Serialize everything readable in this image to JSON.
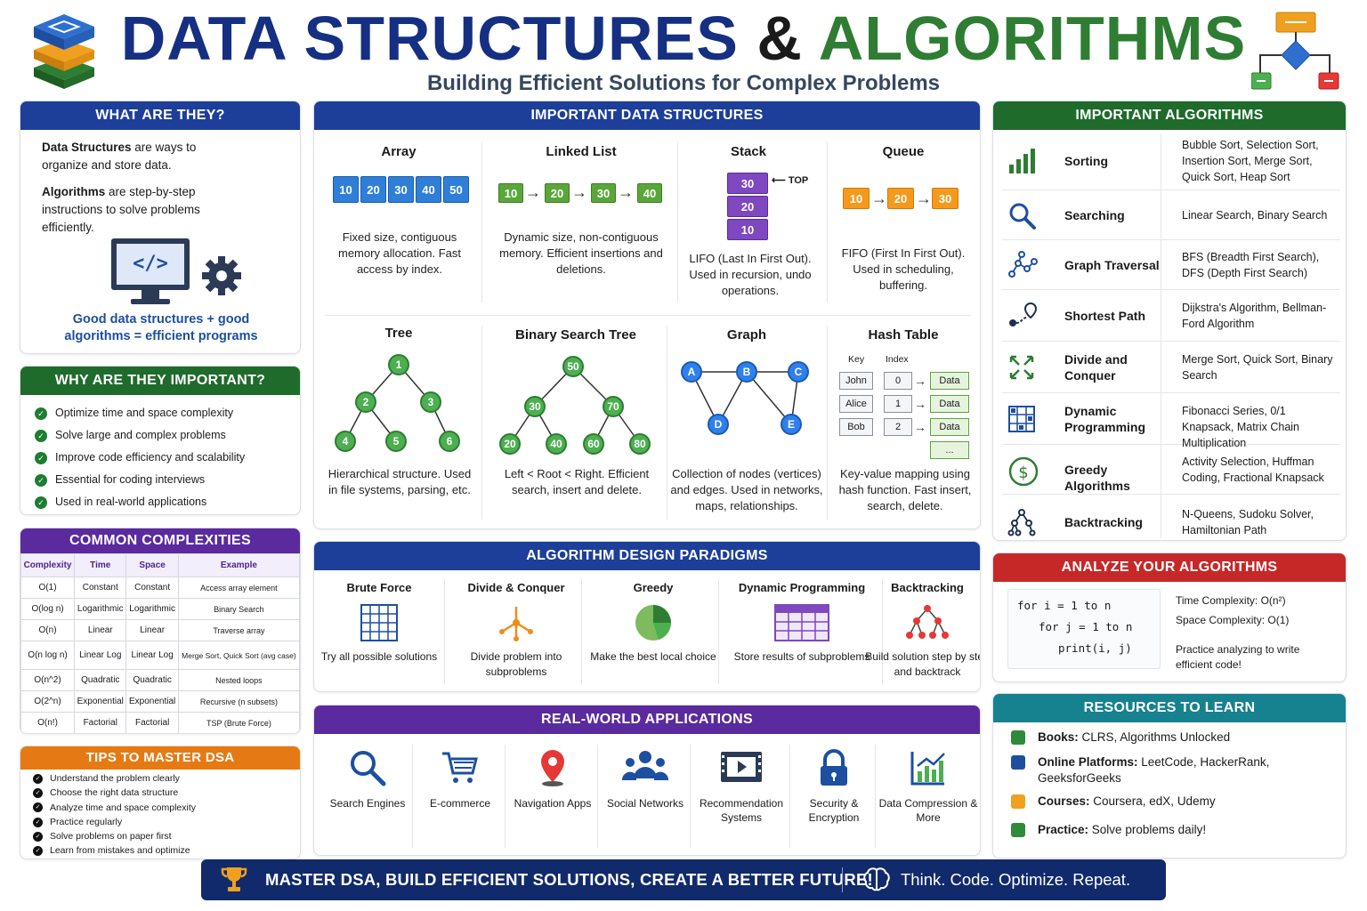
{
  "header": {
    "title_part1": "DATA STRUCTURES",
    "title_amp": "&",
    "title_part2": "ALGORITHMS",
    "subtitle": "Building Efficient Solutions for Complex Problems"
  },
  "what": {
    "title": "WHAT ARE THEY?",
    "ds_bold": "Data Structures",
    "ds_text": " are ways to organize and store data.",
    "alg_bold": "Algorithms",
    "alg_text": " are step-by-step instructions to solve problems efficiently.",
    "code_glyph": "</>",
    "footer": "Good data structures + good algorithms = efficient programs"
  },
  "why": {
    "title": "WHY ARE THEY IMPORTANT?",
    "items": [
      "Optimize time and space complexity",
      "Solve large and complex problems",
      "Improve code efficiency and scalability",
      "Essential for coding interviews",
      "Used in real-world applications"
    ]
  },
  "complexities": {
    "title": "COMMON COMPLEXITIES",
    "headers": [
      "Complexity",
      "Time",
      "Space",
      "Example"
    ],
    "rows": [
      [
        "O(1)",
        "Constant",
        "Constant",
        "Access array element"
      ],
      [
        "O(log n)",
        "Logarithmic",
        "Logarithmic",
        "Binary Search"
      ],
      [
        "O(n)",
        "Linear",
        "Linear",
        "Traverse array"
      ],
      [
        "O(n log n)",
        "Linear Log",
        "Linear Log",
        "Merge Sort, Quick Sort (avg case)"
      ],
      [
        "O(n^2)",
        "Quadratic",
        "Quadratic",
        "Nested loops"
      ],
      [
        "O(2^n)",
        "Exponential",
        "Exponential",
        "Recursive (n subsets)"
      ],
      [
        "O(n!)",
        "Factorial",
        "Factorial",
        "TSP (Brute Force)"
      ]
    ]
  },
  "tips": {
    "title": "TIPS TO MASTER DSA",
    "items": [
      "Understand the problem clearly",
      "Choose the right data structure",
      "Analyze time and space complexity",
      "Practice regularly",
      "Solve problems on paper first",
      "Learn from mistakes and optimize"
    ]
  },
  "ds": {
    "title": "IMPORTANT DATA STRUCTURES",
    "array": {
      "name": "Array",
      "values": [
        "10",
        "20",
        "30",
        "40",
        "50"
      ],
      "desc": "Fixed size, contiguous memory allocation. Fast access by index."
    },
    "linked": {
      "name": "Linked List",
      "values": [
        "10",
        "20",
        "30",
        "40"
      ],
      "desc": "Dynamic size, non-contiguous memory. Efficient insertions and deletions."
    },
    "stack": {
      "name": "Stack",
      "values": [
        "30",
        "20",
        "10"
      ],
      "top": "TOP",
      "desc": "LIFO (Last In First Out). Used in recursion, undo operations."
    },
    "queue": {
      "name": "Queue",
      "values": [
        "10",
        "20",
        "30"
      ],
      "desc": "FIFO (First In First Out). Used in scheduling, buffering."
    },
    "tree": {
      "name": "Tree",
      "nodes": [
        "1",
        "2",
        "3",
        "4",
        "5",
        "6"
      ],
      "desc": "Hierarchical structure. Used in file systems, parsing, etc."
    },
    "bst": {
      "name": "Binary Search Tree",
      "nodes": [
        "50",
        "30",
        "70",
        "20",
        "40",
        "60",
        "80"
      ],
      "desc": "Left < Root < Right. Efficient search, insert and delete."
    },
    "graph": {
      "name": "Graph",
      "nodes": [
        "A",
        "B",
        "C",
        "D",
        "E"
      ],
      "desc": "Collection of nodes (vertices) and edges. Used in networks, maps, relationships."
    },
    "hash": {
      "name": "Hash Table",
      "key_label": "Key",
      "index_label": "Index",
      "keys": [
        "John",
        "Alice",
        "Bob"
      ],
      "indexes": [
        "0",
        "1",
        "2"
      ],
      "data": [
        "Data",
        "Data",
        "Data",
        "..."
      ],
      "desc": "Key-value mapping using hash function. Fast insert, search, delete."
    }
  },
  "paradigms": {
    "title": "ALGORITHM DESIGN PARADIGMS",
    "items": [
      {
        "t": "Brute Force",
        "d": "Try all possible solutions"
      },
      {
        "t": "Divide & Conquer",
        "d": "Divide problem into subproblems"
      },
      {
        "t": "Greedy",
        "d": "Make the best local choice"
      },
      {
        "t": "Dynamic Programming",
        "d": "Store results of subproblems"
      },
      {
        "t": "Backtracking",
        "d": "Build solution step by step and backtrack"
      }
    ]
  },
  "apps": {
    "title": "REAL-WORLD APPLICATIONS",
    "items": [
      "Search Engines",
      "E-commerce",
      "Navigation Apps",
      "Social Networks",
      "Recommendation Systems",
      "Security & Encryption",
      "Data Compression & More"
    ]
  },
  "algs": {
    "title": "IMPORTANT ALGORITHMS",
    "items": [
      {
        "n": "Sorting",
        "d": "Bubble Sort, Selection Sort, Insertion Sort, Merge Sort, Quick Sort, Heap Sort"
      },
      {
        "n": "Searching",
        "d": "Linear Search, Binary Search"
      },
      {
        "n": "Graph Traversal",
        "d": "BFS (Breadth First Search), DFS (Depth First Search)"
      },
      {
        "n": "Shortest Path",
        "d": "Dijkstra's Algorithm, Bellman-Ford Algorithm"
      },
      {
        "n": "Divide and Conquer",
        "d": "Merge Sort, Quick Sort, Binary Search"
      },
      {
        "n": "Dynamic Programming",
        "d": "Fibonacci Series, 0/1 Knapsack, Matrix Chain Multiplication"
      },
      {
        "n": "Greedy Algorithms",
        "d": "Activity Selection, Huffman Coding, Fractional Knapsack"
      },
      {
        "n": "Backtracking",
        "d": "N-Queens, Sudoku Solver, Hamiltonian Path"
      }
    ]
  },
  "analyze": {
    "title": "ANALYZE YOUR ALGORITHMS",
    "code": [
      "for i = 1 to n",
      "for j = 1 to n",
      "print(i, j)"
    ],
    "time": "Time Complexity: O(n²)",
    "space": "Space Complexity: O(1)",
    "note": "Practice analyzing to write efficient code!"
  },
  "resources": {
    "title": "RESOURCES TO LEARN",
    "items": [
      {
        "b": "Books:",
        "t": " CLRS, Algorithms Unlocked",
        "color": "#2e8b3a"
      },
      {
        "b": "Online Platforms:",
        "t": " LeetCode, HackerRank, GeeksforGeeks",
        "color": "#1d4fa0"
      },
      {
        "b": "Courses:",
        "t": " Coursera, edX, Udemy",
        "color": "#f0a020"
      },
      {
        "b": "Practice:",
        "t": " Solve problems daily!",
        "color": "#2e8b3a"
      }
    ]
  },
  "banner": {
    "main": "MASTER DSA, BUILD EFFICIENT SOLUTIONS, CREATE A BETTER FUTURE!",
    "tag": "Think. Code. Optimize. Repeat."
  }
}
